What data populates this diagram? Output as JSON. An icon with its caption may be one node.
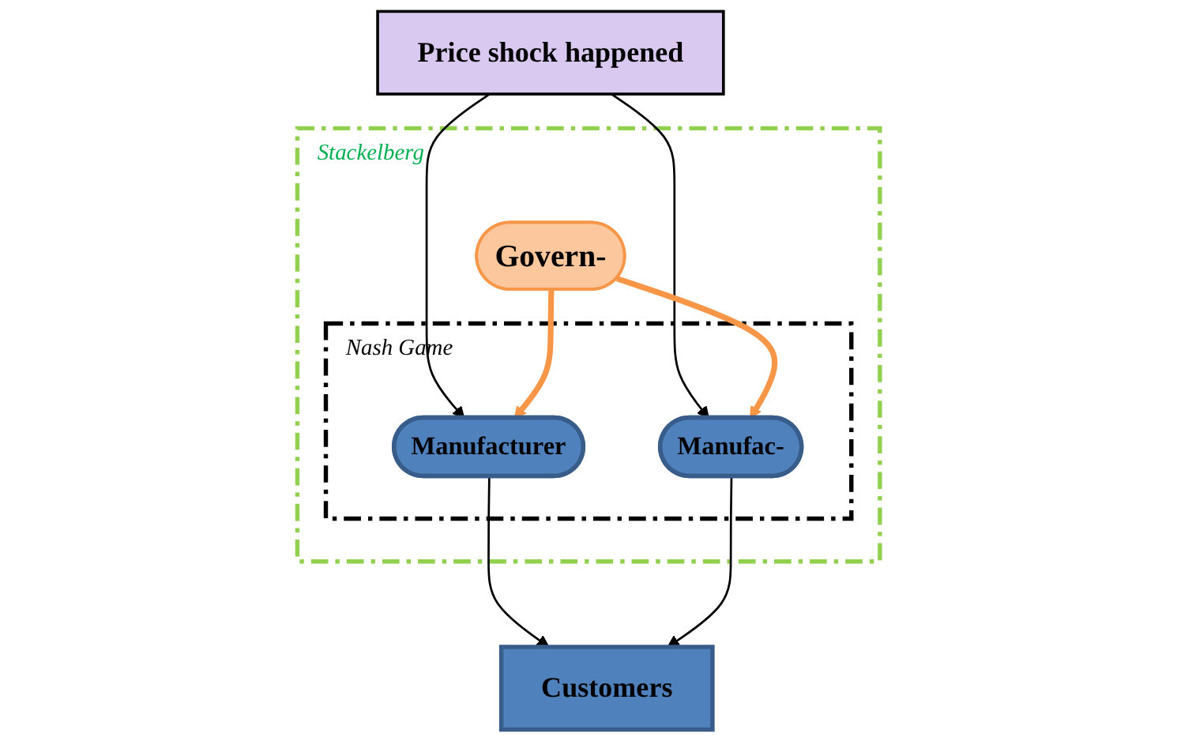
{
  "diagram": {
    "nodes": [
      {
        "text": [
          "Price shock happened"
        ]
      },
      {
        "text": [
          "Stackelberg"
        ]
      },
      {
        "text": [
          "Govern-"
        ],
        "in": 1
      },
      {
        "text": [
          "Nash Game"
        ],
        "in": 1
      },
      {
        "text": [
          "Manufacturer"
        ],
        "in": 3
      },
      {
        "text": [
          "Manufac-"
        ],
        "in": 3
      },
      {
        "text": [
          "Customers"
        ]
      }
    ],
    "edges": [
      {
        "from": 0,
        "to": 4,
        "arrow": "to"
      },
      {
        "from": 0,
        "to": 5,
        "arrow": "to"
      },
      {
        "from": 2,
        "to": 4,
        "arrow": "to",
        "style": "thick",
        "color": "#f79646"
      },
      {
        "from": 2,
        "to": 5,
        "arrow": "to",
        "style": "thick",
        "color": "#f79646"
      },
      {
        "from": 4,
        "to": 6,
        "arrow": "to"
      },
      {
        "from": 5,
        "to": 6,
        "arrow": "to"
      }
    ]
  }
}
